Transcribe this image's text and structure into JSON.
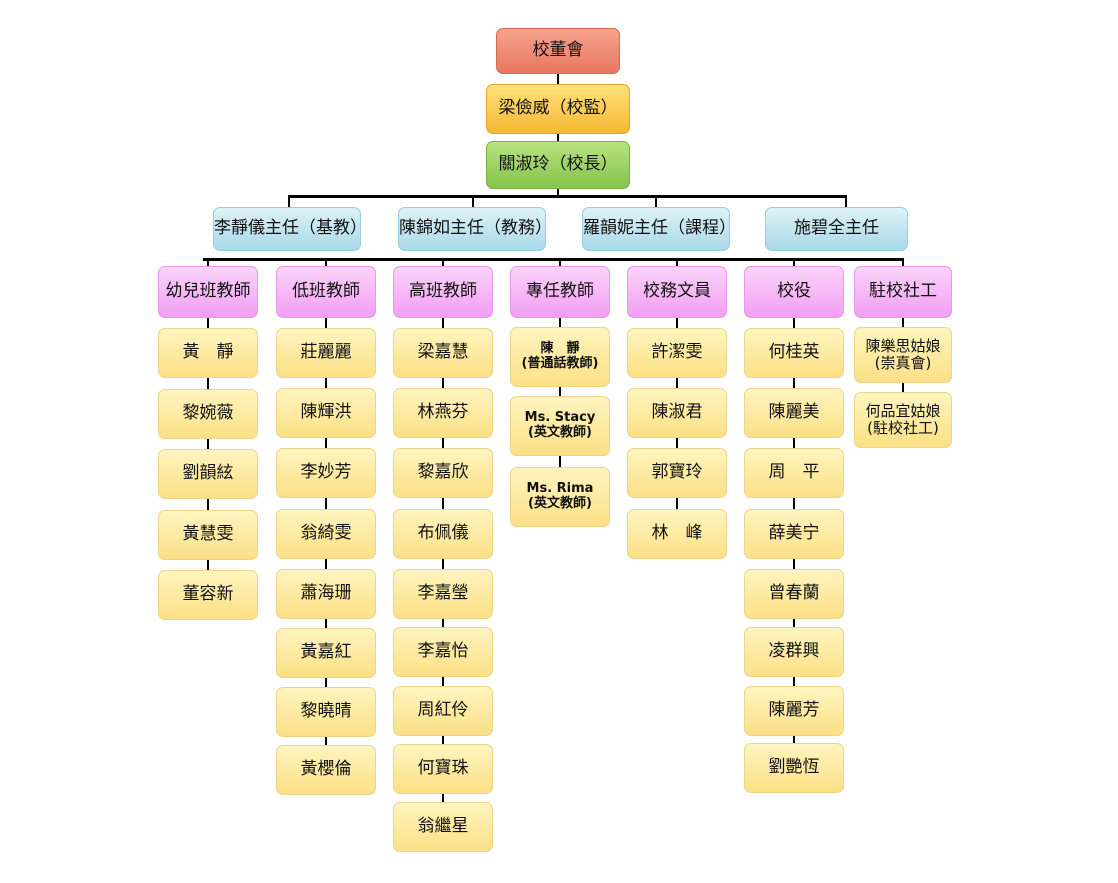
{
  "board": "校董會",
  "supervisor": "梁儉威（校監）",
  "principal": "關淑玲（校長）",
  "directors": [
    "李靜儀主任（基教）",
    "陳錦如主任（教務）",
    "羅韻妮主任（課程）",
    "施碧全主任"
  ],
  "groups": [
    {
      "title": "幼兒班教師",
      "members": [
        "黃　靜",
        "黎婉薇",
        "劉韻絃",
        "黃慧雯",
        "董容新"
      ]
    },
    {
      "title": "低班教師",
      "members": [
        "莊麗麗",
        "陳輝洪",
        "李妙芳",
        "翁綺雯",
        "蕭海珊",
        "黃嘉紅",
        "黎曉晴",
        "黃櫻倫"
      ]
    },
    {
      "title": "高班教師",
      "members": [
        "梁嘉慧",
        "林燕芬",
        "黎嘉欣",
        "布佩儀",
        "李嘉瑩",
        "李嘉怡",
        "周紅伶",
        "何寶珠",
        "翁繼星"
      ]
    },
    {
      "title": "專任教師",
      "members": [
        {
          "name": "陳　靜",
          "role": "(普通話教師)"
        },
        {
          "name": "Ms. Stacy",
          "role": "(英文教師)"
        },
        {
          "name": "Ms. Rima",
          "role": "(英文教師)"
        }
      ]
    },
    {
      "title": "校務文員",
      "members": [
        "許潔雯",
        "陳淑君",
        "郭寶玲",
        "林　峰"
      ]
    },
    {
      "title": "校役",
      "members": [
        "何桂英",
        "陳麗美",
        "周　平",
        "薛美宁",
        "曾春蘭",
        "凌群興",
        "陳麗芳",
        "劉艷恆"
      ]
    },
    {
      "title": "駐校社工",
      "members": [
        {
          "name": "陳樂思姑娘",
          "role": "(崇真會)"
        },
        {
          "name": "何品宜姑娘",
          "role": "(駐校社工)"
        }
      ]
    }
  ]
}
